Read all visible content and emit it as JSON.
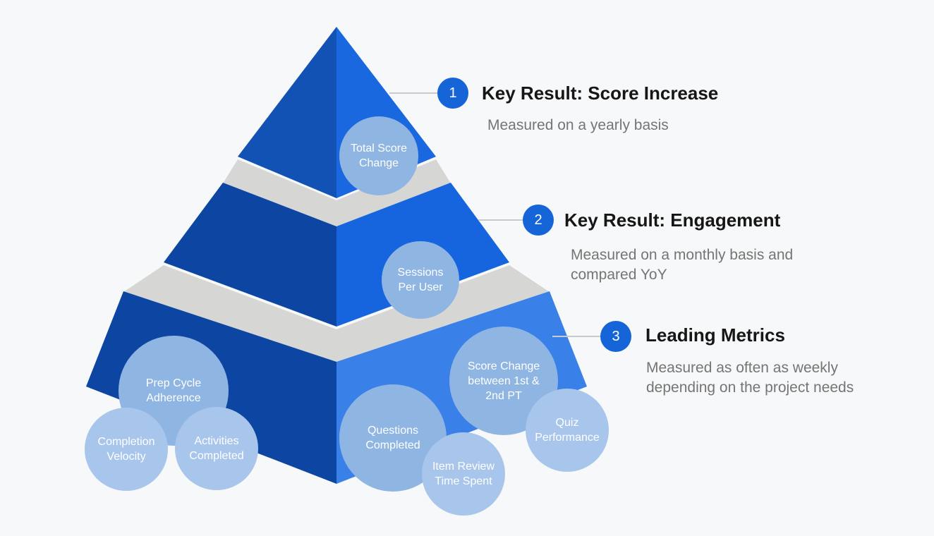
{
  "callouts": [
    {
      "number": "1",
      "title": "Key Result: Score Increase",
      "description": "Measured on a yearly basis"
    },
    {
      "number": "2",
      "title": "Key Result: Engagement",
      "description": "Measured on a monthly basis and compared YoY"
    },
    {
      "number": "3",
      "title": "Leading Metrics",
      "description": "Measured as often as weekly depending on the project needs"
    }
  ],
  "bubbles": [
    {
      "label": "Prep Cycle Adherence"
    },
    {
      "label": "Score Change between 1st & 2nd PT"
    },
    {
      "label": "Questions Completed"
    },
    {
      "label": "Total Score Change"
    },
    {
      "label": "Sessions Per User"
    },
    {
      "label": "Completion Velocity"
    },
    {
      "label": "Activities Completed"
    },
    {
      "label": "Item Review Time Spent"
    },
    {
      "label": "Quiz Performance"
    }
  ],
  "colors": {
    "bg": "#F7F8F9",
    "accent": "#1565D8",
    "tier-left-top": "#1252B4",
    "tier-left": "#0C46A2",
    "tier-right-top": "#1A68E0",
    "tier-right-mid": "#1765DE",
    "tier-right-bottom": "#3A80E9",
    "band": "#D6D6D4",
    "bubble-dark": "#8FB5E2",
    "bubble-light": "#A8C5EB",
    "line": "#C9CBCB",
    "title": "#161616",
    "muted": "#757575"
  }
}
